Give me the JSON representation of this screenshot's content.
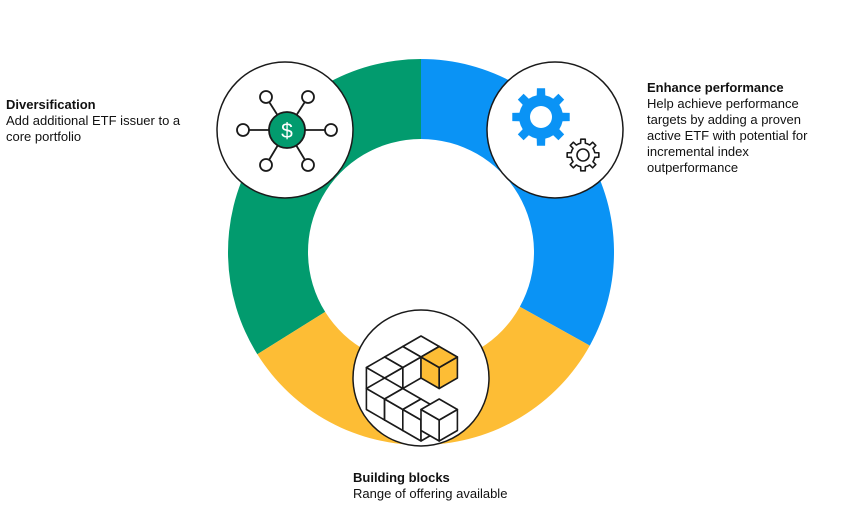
{
  "colors": {
    "green": "#029b6e",
    "blue": "#0a93f5",
    "yellow": "#fdbd35",
    "circle_border": "#1a1a1a",
    "icon_black": "#1a1a1a"
  },
  "segments": [
    {
      "name": "diversification",
      "color": "green"
    },
    {
      "name": "enhance-performance",
      "color": "blue"
    },
    {
      "name": "building-blocks",
      "color": "yellow"
    }
  ],
  "nodes": {
    "diversification": {
      "icon": "network-dollar-icon",
      "title": "Diversification",
      "description": "Add additional ETF issuer to a\ncore portfolio"
    },
    "enhance": {
      "icon": "gears-icon",
      "title": "Enhance performance",
      "description": "Help achieve performance\ntargets by adding a proven\nactive ETF with potential for\nincremental index\noutperformance"
    },
    "building": {
      "icon": "cubes-icon",
      "title": "Building blocks",
      "description": "Range of offering available"
    }
  }
}
